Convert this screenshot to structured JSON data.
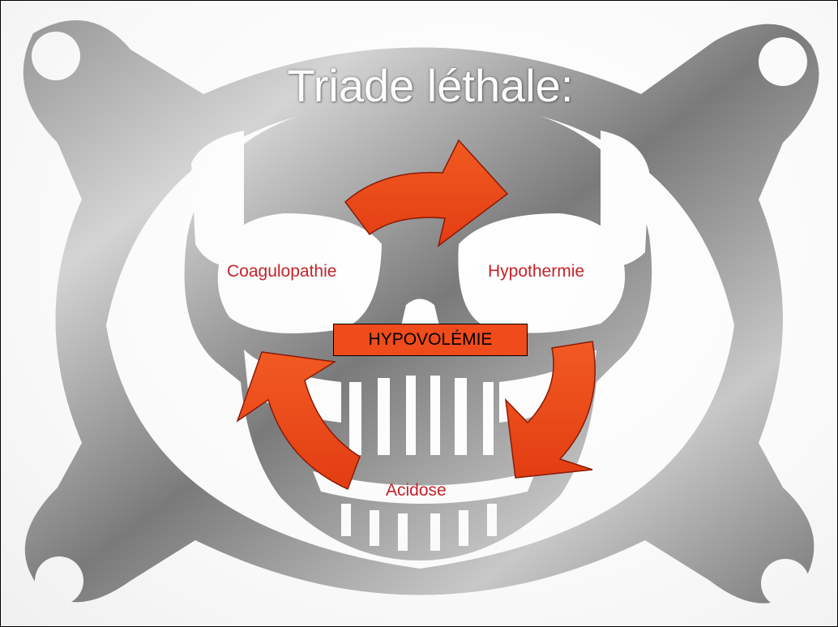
{
  "slide": {
    "title": "Triade léthale:",
    "center": "HYPOVOLÉMIE",
    "labels": {
      "top_left": "Coagulopathie",
      "top_right": "Hypothermie",
      "bottom": "Acidose"
    }
  },
  "colors": {
    "metal_light": "#d0d0d0",
    "metal_dark": "#6a6a6a",
    "arrow_fill": "#f04b1b",
    "arrow_stroke": "#8a1a08",
    "label_red": "#c4232a",
    "center_fill": "#f04b1b"
  },
  "icons": [
    "skull-icon",
    "cycle-arrow-icon"
  ]
}
